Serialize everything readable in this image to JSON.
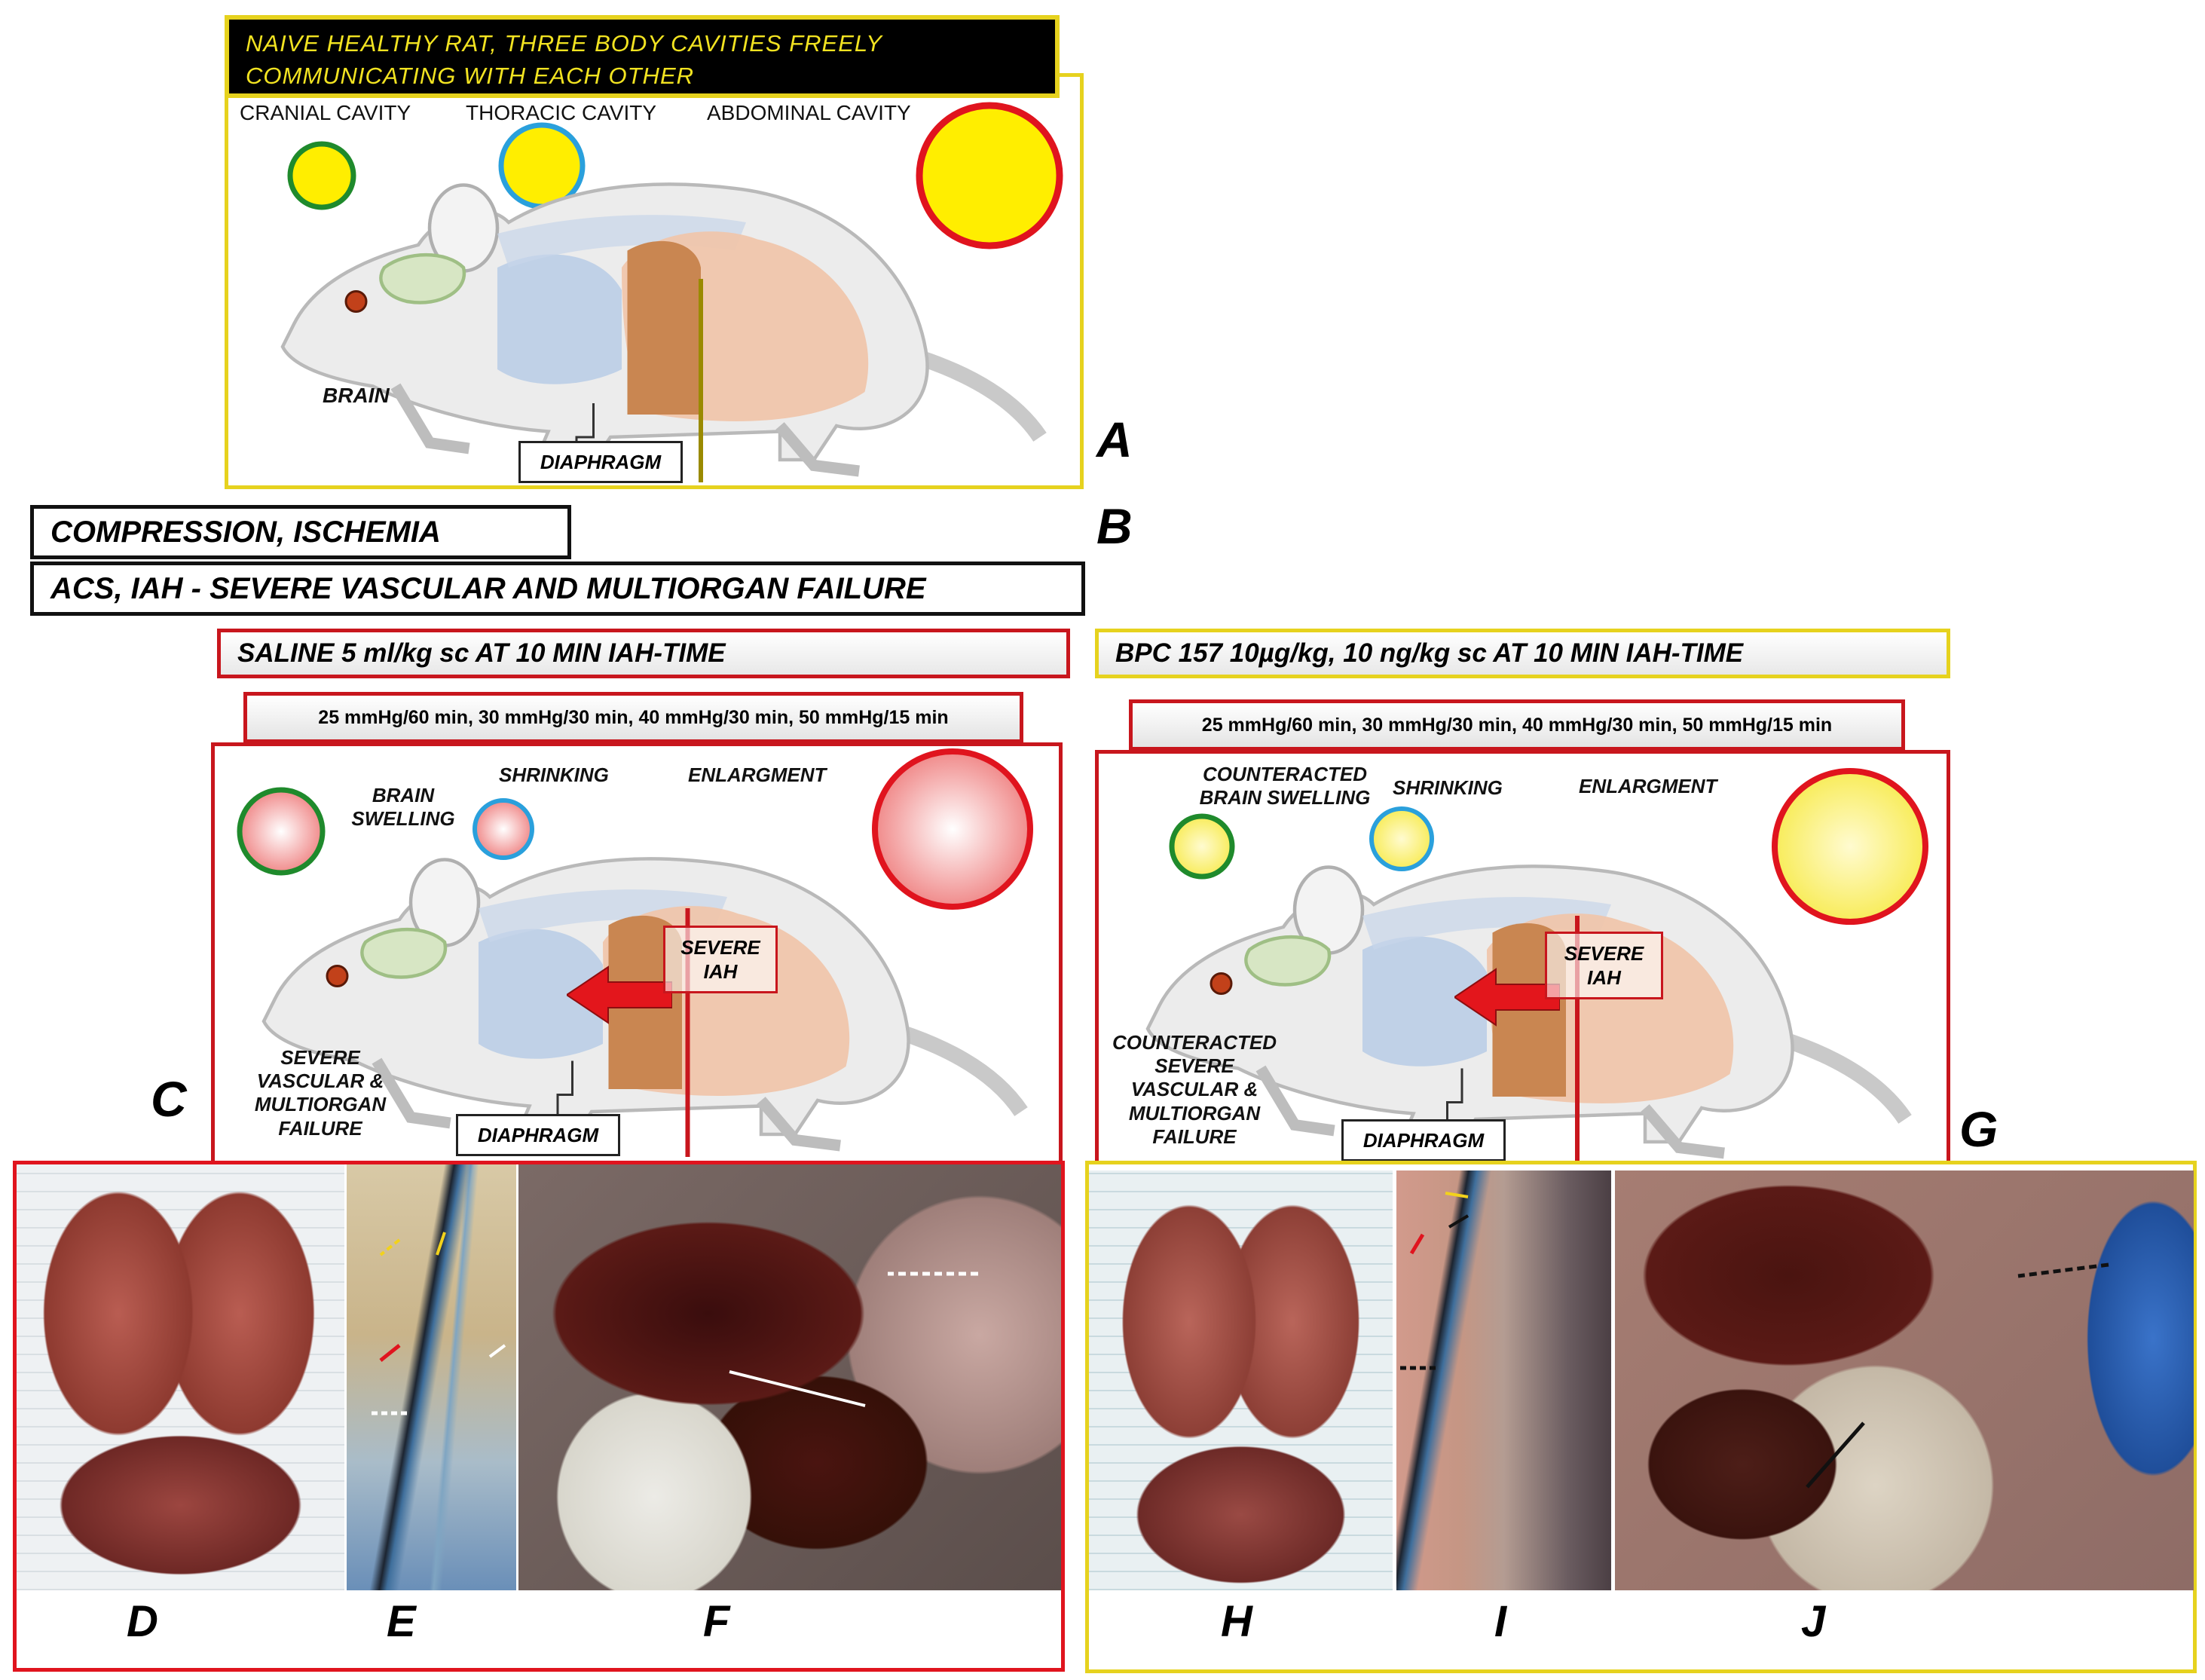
{
  "panel_a": {
    "banner": "NAIVE HEALTHY RAT, THREE BODY CAVITIES FREELY COMMUNICATING WITH EACH OTHER",
    "cranial": "CRANIAL CAVITY",
    "thoracic": "THORACIC CAVITY",
    "abdominal": "ABDOMINAL CAVITY",
    "brain": "BRAIN",
    "diaphragm": "DIAPHRAGM",
    "letter": "A"
  },
  "panel_b": {
    "letter": "B",
    "line1": "COMPRESSION, ISCHEMIA",
    "line2": "ACS, IAH - SEVERE VASCULAR AND MULTIORGAN FAILURE"
  },
  "panel_c": {
    "treatment": "SALINE 5 ml/kg sc AT 10 MIN IAH-TIME",
    "pressures": "25 mmHg/60 min, 30 mmHg/30 min, 40 mmHg/30 min, 50 mmHg/15 min",
    "brain_swelling": "BRAIN SWELLING",
    "shrinking": "SHRINKING",
    "enlargment": "ENLARGMENT",
    "severe_iah": "SEVERE IAH",
    "failure": "SEVERE VASCULAR & MULTIORGAN FAILURE",
    "diaphragm": "DIAPHRAGM",
    "letter": "C"
  },
  "panel_g": {
    "treatment": "BPC 157 10µg/kg, 10 ng/kg sc AT 10 MIN IAH-TIME",
    "pressures": "25 mmHg/60 min, 30 mmHg/30 min, 40 mmHg/30 min, 50 mmHg/15 min",
    "brain_swelling": "COUNTERACTED BRAIN SWELLING",
    "shrinking": "SHRINKING",
    "enlargment": "ENLARGMENT",
    "severe_iah": "SEVERE IAH",
    "failure": "COUNTERACTED SEVERE VASCULAR & MULTIORGAN FAILURE",
    "diaphragm": "DIAPHRAGM",
    "letter": "G"
  },
  "photos": {
    "d": "D",
    "e": "E",
    "f": "F",
    "h": "H",
    "i": "I",
    "j": "J"
  },
  "colors": {
    "yellow_frame": "#e6d21e",
    "red_frame": "#c8161d",
    "green_ring": "#1f8a2c",
    "blue_ring": "#2aa0dc",
    "red_ring": "#e0141e",
    "fill_yellow": "#ffee00",
    "fill_pink": "#f3b4b4"
  }
}
